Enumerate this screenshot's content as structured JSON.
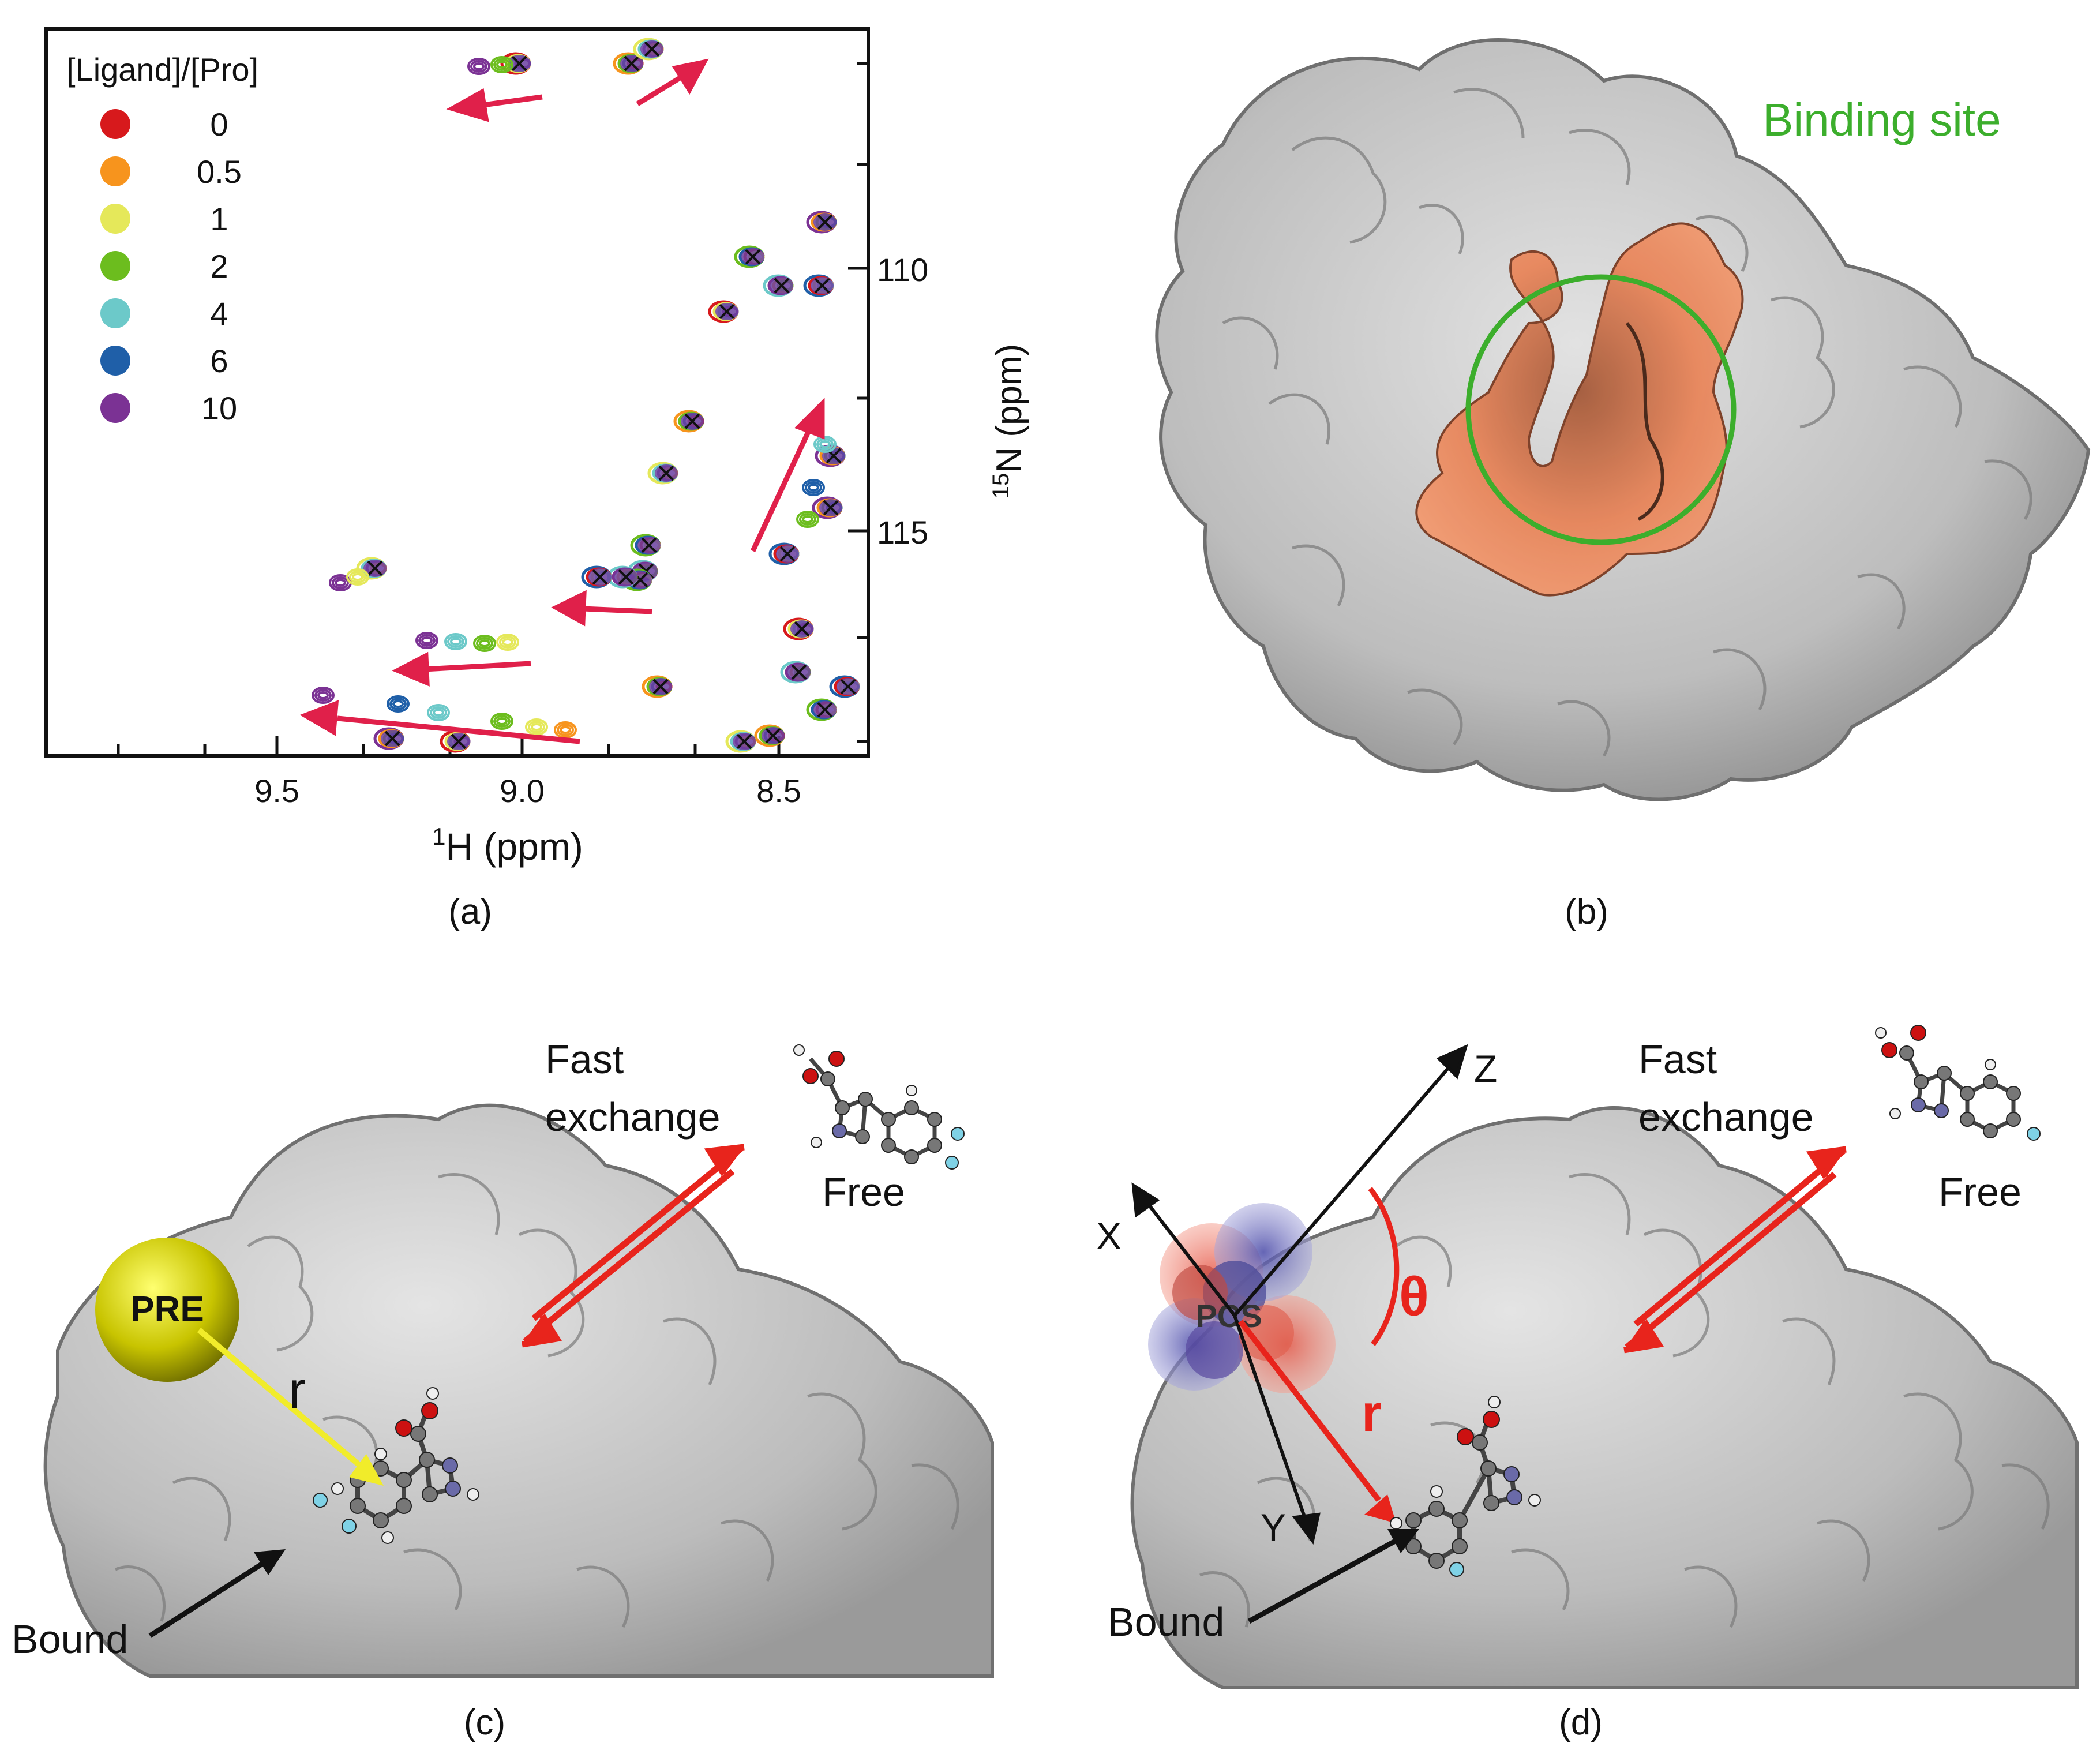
{
  "panel_a": {
    "caption": "(a)",
    "legend_title": "[Ligand]/[Pro]",
    "legend": [
      {
        "label": "0",
        "color": "#d7191c"
      },
      {
        "label": "0.5",
        "color": "#f7941d"
      },
      {
        "label": "1",
        "color": "#e5e85a"
      },
      {
        "label": "2",
        "color": "#6cbd1e"
      },
      {
        "label": "4",
        "color": "#6cc9c9"
      },
      {
        "label": "6",
        "color": "#1f5fa8"
      },
      {
        "label": "10",
        "color": "#7b3294"
      }
    ],
    "x_ticks": [
      "9.5",
      "9.0",
      "8.5"
    ],
    "y_ticks": [
      "110",
      "115"
    ],
    "xlabel_sup": "1",
    "xlabel_main": "H  (ppm)",
    "ylabel_sup": "15",
    "ylabel_main": "N  (ppm)"
  },
  "panel_b": {
    "caption": "(b)",
    "binding_site_label": "Binding site",
    "binding_site_color": "#3cae2c"
  },
  "panel_c": {
    "caption": "(c)",
    "pre_label": "PRE",
    "r_label": "r",
    "fast_exchange_line1": "Fast",
    "fast_exchange_line2": "exchange",
    "free_label": "Free",
    "bound_label": "Bound"
  },
  "panel_d": {
    "caption": "(d)",
    "pcs_label": "PCS",
    "theta_label": "θ",
    "r_label": "r",
    "axis_x": "X",
    "axis_y": "Y",
    "axis_z": "Z",
    "fast_exchange_line1": "Fast",
    "fast_exchange_line2": "exchange",
    "free_label": "Free",
    "bound_label": "Bound"
  },
  "colors": {
    "arrow_red": "#e0204a",
    "exchange_red": "#e8241c",
    "pre_yellow": "#c8c400",
    "protein_gray": "#bdbdbd",
    "site_orange": "#e8855a"
  }
}
